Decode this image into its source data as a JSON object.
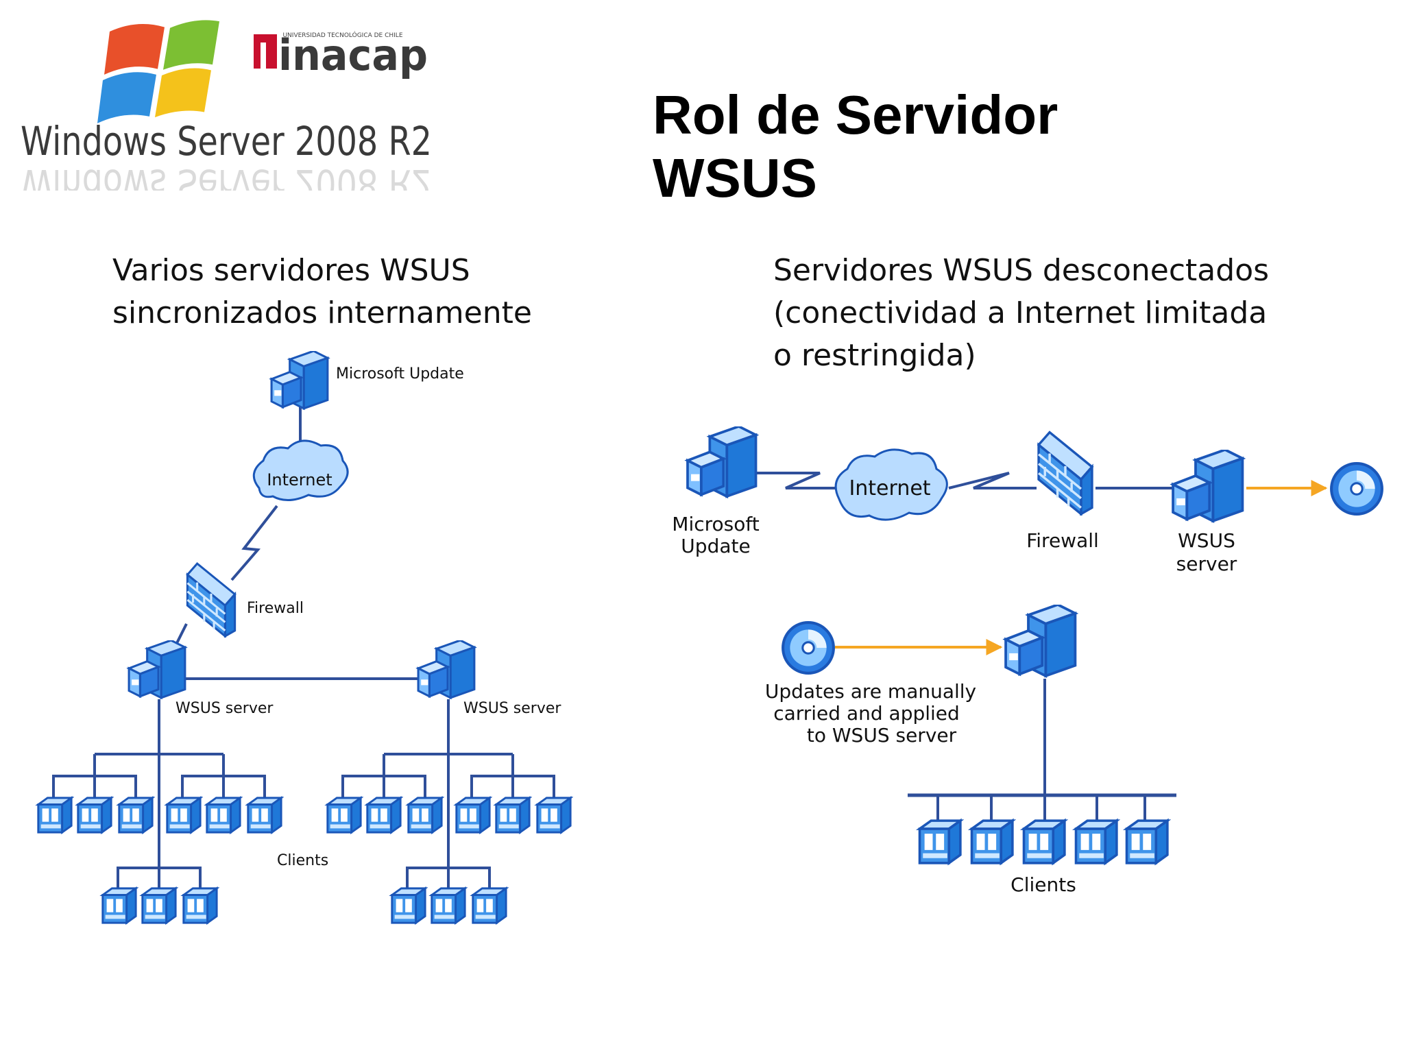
{
  "header": {
    "product_logo": "Windows Server 2008 R2",
    "brand_logo_small": "UNIVERSIDAD TECNOLÓGICA DE CHILE",
    "brand_logo": "inacap",
    "title_line1": "Rol de Servidor",
    "title_line2": "WSUS"
  },
  "left": {
    "caption_line1": "Varios servidores WSUS",
    "caption_line2": "sincronizados internamente",
    "labels": {
      "microsoft_update": "Microsoft Update",
      "internet": "Internet",
      "firewall": "Firewall",
      "wsus_server_1": "WSUS server",
      "wsus_server_2": "WSUS server",
      "clients": "Clients"
    }
  },
  "right": {
    "caption_line1": "Servidores WSUS desconectados",
    "caption_line2": "(conectividad a Internet limitada",
    "caption_line3": "o restringida)",
    "labels": {
      "microsoft_update_1": "Microsoft",
      "microsoft_update_2": "Update",
      "internet": "Internet",
      "firewall": "Firewall",
      "wsus_1": "WSUS",
      "wsus_2": "server",
      "manual_1": "Updates are manually",
      "manual_2": "carried and applied",
      "manual_3": "to WSUS server",
      "clients": "Clients"
    }
  },
  "colors": {
    "line": "#2f4f9a",
    "device": "#2a7be0",
    "arrow": "#f5a623"
  }
}
